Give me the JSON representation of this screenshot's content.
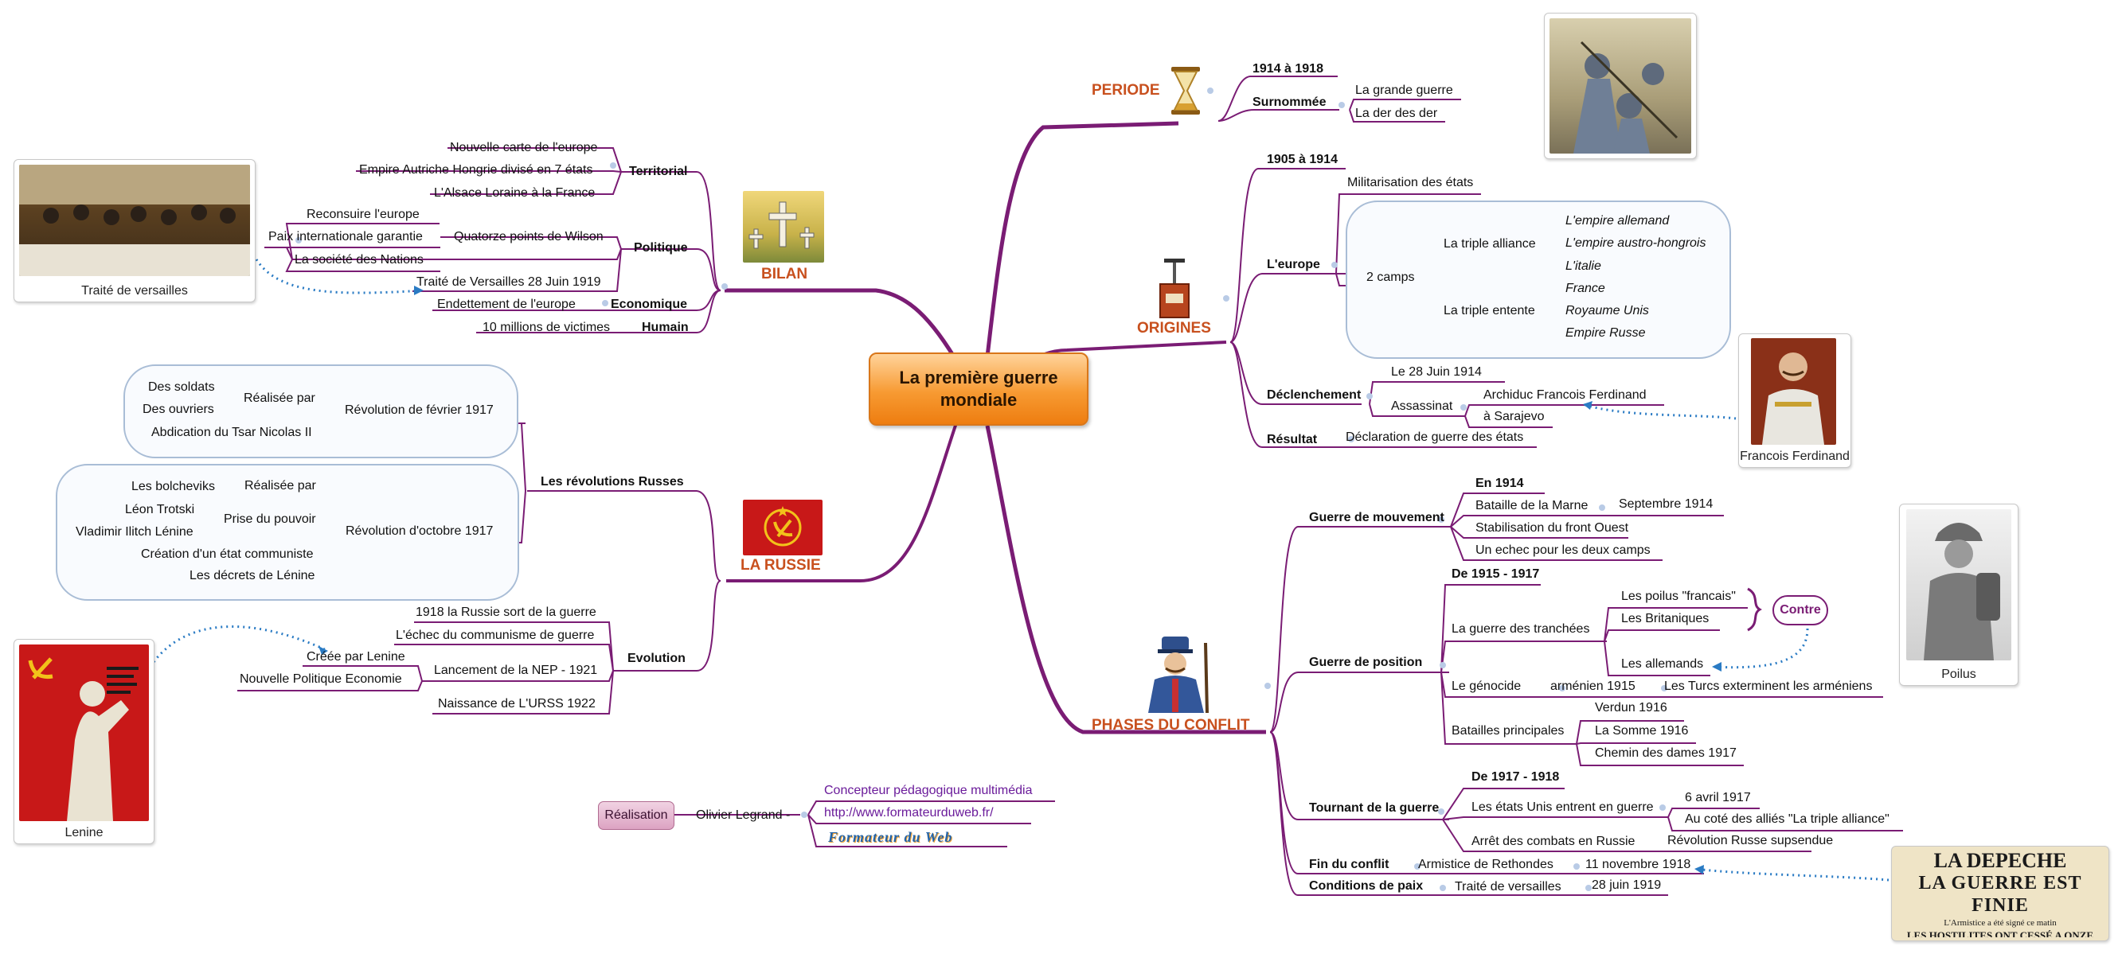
{
  "title": "La première guerre mondiale",
  "branches": {
    "periode": {
      "label": "PERIODE",
      "date": "1914 à 1918",
      "surnommee": "Surnommée",
      "names": [
        "La grande guerre",
        "La der des der"
      ]
    },
    "origines": {
      "label": "ORIGINES",
      "date": "1905 à 1914",
      "europe": "L'europe",
      "militarisation": "Militarisation des états",
      "camps": "2 camps",
      "alliance": "La triple alliance",
      "alliance_members": [
        "L'empire allemand",
        "L'empire austro-hongrois",
        "L'italie"
      ],
      "entente": "La triple entente",
      "entente_members": [
        "France",
        "Royaume Unis",
        "Empire Russe"
      ],
      "declenchement": "Déclenchement",
      "date_assassinat": "Le 28 Juin 1914",
      "assassinat": "Assassinat",
      "victime": "Archiduc Francois Ferdinand",
      "lieu": "à  Sarajevo",
      "resultat": "Résultat",
      "resultat_text": "Déclaration de guerre des états"
    },
    "phases": {
      "label": "PHASES DU CONFLIT",
      "mouvement": "Guerre de mouvement",
      "en1914": "En 1914",
      "marne": "Bataille de la Marne",
      "marne_date": "Septembre 1914",
      "stabilisation": "Stabilisation du front Ouest",
      "echec": "Un echec pour les deux camps",
      "position": "Guerre de position",
      "de1915": "De 1915 - 1917",
      "tranchees": "La guerre des tranchées",
      "poilus_fr": "Les poilus \"francais\"",
      "britaniques": "Les Britaniques",
      "allemands": "Les allemands",
      "contre": "Contre",
      "genocide": "Le génocide",
      "armenien": "arménien 1915",
      "turcs": "Les Turcs exterminent les arméniens",
      "batailles": "Batailles principales",
      "verdun": "Verdun 1916",
      "somme": "La Somme 1916",
      "chemin": "Chemin des dames 1917",
      "tournant": "Tournant de la guerre",
      "de1917": "De 1917 - 1918",
      "usa": "Les états Unis entrent en guerre",
      "usa_date": "6 avril 1917",
      "usa_cote": "Au coté des alliés \"La triple alliance\"",
      "arret": "Arrêt des combats en Russie",
      "revolution_suspendue": "Révolution Russe supsendue",
      "fin": "Fin du conflit",
      "armistice": "Armistice de Rethondes",
      "armistice_date": "11 novembre 1918",
      "paix": "Conditions de paix",
      "traite": "Traité de versailles",
      "traite_date": "28 juin 1919"
    },
    "bilan": {
      "label": "BILAN",
      "territorial": "Territorial",
      "territorial_items": [
        "Nouvelle carte de l'europe",
        "Empire Autriche Hongrie divisé en 7 états",
        "L'Alsace Loraine à la France"
      ],
      "politique": "Politique",
      "reconstruire": "Reconsuire l'europe",
      "quatorze": "Quatorze points de Wilson",
      "paix_inter": "Paix internationale garantie",
      "sdn": "La société des Nations",
      "versailles": "Traité de Versailles 28 Juin 1919",
      "economique": "Economique",
      "endettement": "Endettement de l'europe",
      "humain": "Humain",
      "victimes": "10 millions de victimes"
    },
    "russie": {
      "label": "LA RUSSIE",
      "revolutions": "Les révolutions Russes",
      "fevrier": "Révolution de février 1917",
      "realisee_par": "Réalisée par",
      "soldats": "Des soldats",
      "ouvriers": "Des ouvriers",
      "abdication": "Abdication du Tsar Nicolas II",
      "octobre": "Révolution d'octobre 1917",
      "realisee_par2": "Réalisée par",
      "bolcheviks": "Les bolcheviks",
      "prise": "Prise du pouvoir",
      "trotski": "Léon Trotski",
      "lenine": "Vladimir Ilitch Lénine",
      "etat_communiste": "Création d'un état communiste",
      "decrets": "Les décrets de Lénine",
      "evolution": "Evolution",
      "sort": "1918 la Russie sort de la guerre",
      "echec": "L'échec du communisme de guerre",
      "nep": "Lancement de la NEP - 1921",
      "creee": "Créée par Lenine",
      "nouvelle": "Nouvelle Politique Economie",
      "urss": "Naissance de L'URSS 1922"
    }
  },
  "images": {
    "versailles": "Traité de versailles",
    "lenine": "Lenine",
    "ferdinand": "Francois Ferdinand",
    "poilus": "Poilus",
    "depeche_title": "LA DEPECHE",
    "depeche_headline": "LA GUERRE EST FINIE",
    "depeche_sub": "L'Armistice a été signé ce matin",
    "depeche_line": "LES HOSTILITES ONT CESSÉ A ONZE HEURES"
  },
  "credits": {
    "realisation": "Réalisation",
    "author": "Olivier Legrand -",
    "role": "Concepteur pédagogique multimédia",
    "url": "http://www.formateurduweb.fr/",
    "logo": "Formateur du Web"
  },
  "colors": {
    "branch": "#7a1c74",
    "main_label": "#c8501e",
    "dotted": "#2a7bc4",
    "cloud_border": "#a9bdd6"
  }
}
